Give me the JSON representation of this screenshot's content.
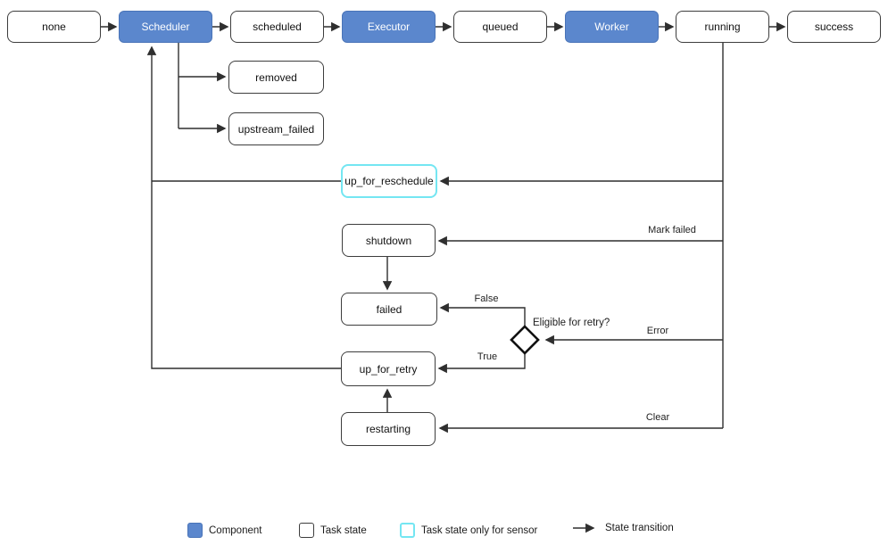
{
  "diagram": {
    "nodes": {
      "none": "none",
      "scheduler": "Scheduler",
      "scheduled": "scheduled",
      "executor": "Executor",
      "queued": "queued",
      "worker": "Worker",
      "running": "running",
      "success": "success",
      "removed": "removed",
      "upstream_failed": "upstream_failed",
      "up_for_reschedule": "up_for_reschedule",
      "shutdown": "shutdown",
      "failed": "failed",
      "up_for_retry": "up_for_retry",
      "restarting": "restarting"
    },
    "decision_label": "Eligible for retry?",
    "edge_labels": {
      "mark_failed": "Mark failed",
      "error": "Error",
      "clear": "Clear",
      "false": "False",
      "true": "True"
    },
    "transitions": [
      {
        "from": "none",
        "to": "Scheduler",
        "label": ""
      },
      {
        "from": "Scheduler",
        "to": "scheduled",
        "label": ""
      },
      {
        "from": "scheduled",
        "to": "Executor",
        "label": ""
      },
      {
        "from": "Executor",
        "to": "queued",
        "label": ""
      },
      {
        "from": "queued",
        "to": "Worker",
        "label": ""
      },
      {
        "from": "Worker",
        "to": "running",
        "label": ""
      },
      {
        "from": "running",
        "to": "success",
        "label": ""
      },
      {
        "from": "Scheduler",
        "to": "removed",
        "label": ""
      },
      {
        "from": "Scheduler",
        "to": "upstream_failed",
        "label": ""
      },
      {
        "from": "running",
        "to": "up_for_reschedule",
        "label": ""
      },
      {
        "from": "up_for_reschedule",
        "to": "Scheduler",
        "label": ""
      },
      {
        "from": "running",
        "to": "shutdown",
        "label": "Mark failed"
      },
      {
        "from": "shutdown",
        "to": "failed",
        "label": ""
      },
      {
        "from": "running",
        "to": "Eligible for retry?",
        "label": "Error"
      },
      {
        "from": "Eligible for retry?",
        "to": "failed",
        "label": "False"
      },
      {
        "from": "Eligible for retry?",
        "to": "up_for_retry",
        "label": "True"
      },
      {
        "from": "up_for_retry",
        "to": "Scheduler",
        "label": ""
      },
      {
        "from": "running",
        "to": "restarting",
        "label": "Clear"
      },
      {
        "from": "restarting",
        "to": "up_for_retry",
        "label": ""
      }
    ]
  },
  "legend": {
    "component": "Component",
    "task_state": "Task state",
    "task_state_sensor": "Task state only for sensor",
    "state_transition": "State transition"
  },
  "colors": {
    "component_fill": "#5b87cd",
    "component_border": "#4a74b8",
    "sensor_border": "#74e6f2",
    "line": "#2f2f2f"
  }
}
